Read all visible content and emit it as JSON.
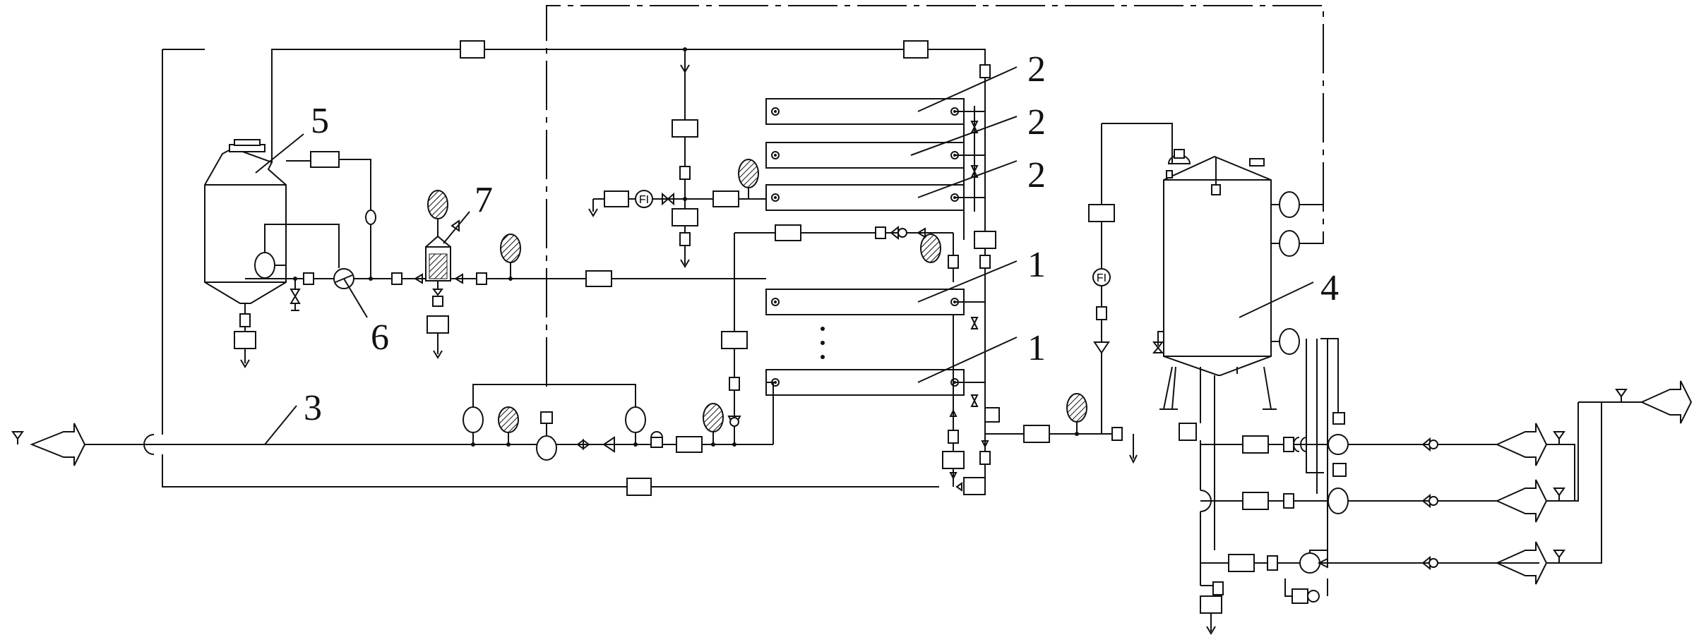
{
  "labels": {
    "l1a": "1",
    "l1b": "1",
    "l2a": "2",
    "l2b": "2",
    "l2c": "2",
    "l3": "3",
    "l4": "4",
    "l5": "5",
    "l6": "6",
    "l7": "7"
  },
  "instruments": {
    "fi_left": "FI",
    "fi_right": "FI"
  },
  "ellipsis": "·\n·\n·"
}
